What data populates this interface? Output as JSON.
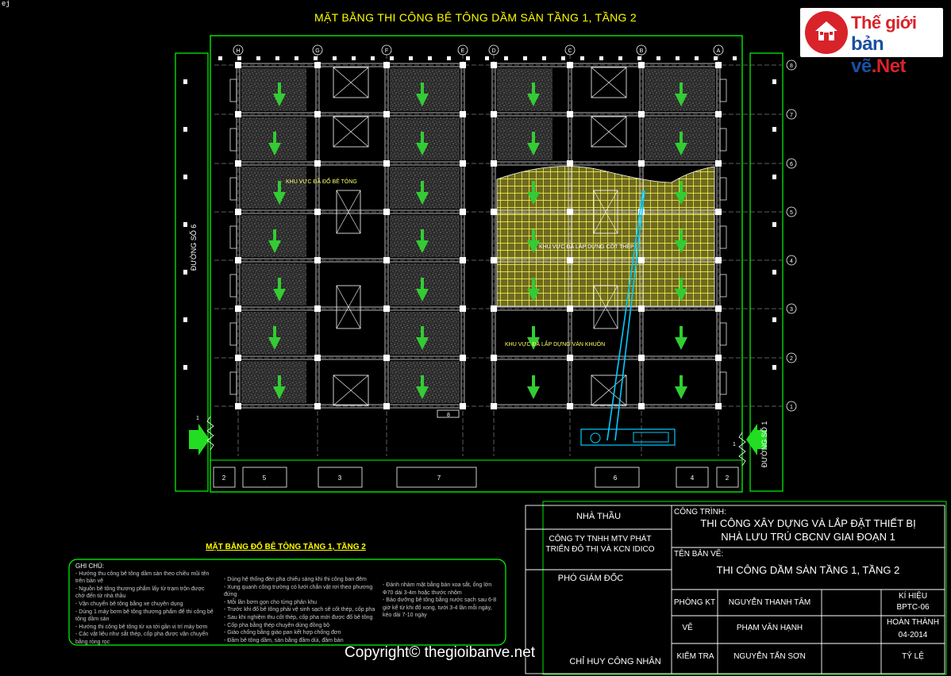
{
  "drawing": {
    "title": "MẶT BẰNG THI CÔNG BÊ TÔNG DẦM SÀN TẦNG 1, TẦNG 2",
    "corner_mark": "ej",
    "axes_x": [
      "H",
      "G",
      "F",
      "E",
      "D",
      "C",
      "B",
      "A"
    ],
    "axes_y": [
      "8",
      "7",
      "6",
      "5",
      "4",
      "3",
      "2",
      "1"
    ],
    "road_left": "ĐƯỜNG SỐ 6",
    "road_right": "ĐƯỜNG SỐ 1",
    "zones": {
      "poured": "KHU VỰC ĐÃ ĐỔ BÊ TÔNG",
      "rebar": "KHU VỰC ĐÃ LẮP DỰNG CỐT THÉP",
      "formwork": "KHU VỰC ĐÃ LẮP DỰNG VÁN KHUÔN"
    },
    "bottom_boxes": [
      "2",
      "5",
      "3",
      "7",
      "6",
      "4",
      "2"
    ],
    "small_box": "8",
    "gate_marks": [
      "1",
      "1"
    ],
    "colors": {
      "frame": "#00ff00",
      "grid": "#ffffff",
      "rebar": "#ffff66",
      "crane": "#00ccff",
      "title": "#ffff00"
    }
  },
  "logo": {
    "line1": "Thế giới",
    "line2a": "bản vẽ",
    "line2b": ".Net"
  },
  "notes": {
    "title": "MẶT BẰNG ĐỔ BÊ TÔNG TẦNG 1, TẦNG 2",
    "heading": "GHI CHÚ:",
    "col1": [
      "- Hướng thu công bê tông dầm sàn theo chiều mũi tên trên bản vẽ",
      "- Nguồn bê tông thương phẩm lấy từ trạm trộn được chở đến từ nhà thầu",
      "- Vận chuyển bê tông bằng xe chuyên dụng",
      "- Dùng 1 máy bơm bê tông thương phẩm để thi công bê tông dầm sàn",
      "- Hướng thi công bê tông từ xa tới gần vị trí máy bơm",
      "- Các vật liệu như sắt thép, cốp pha được vận chuyển bằng ròng rọc"
    ],
    "col2": [
      "- Dùng hệ thống đèn pha chiếu sáng khi thi công ban đêm",
      "- Xung quanh công trường có lưới chắn vật rơi theo phương đứng",
      "- Mỗi lần bơm gọn cho từng phân khu",
      "- Trước khi đổ bê tông phải vệ sinh sạch sẽ cốt thép, cốp pha",
      "- Sau khi nghiệm thu cốt thép, cốp pha mới được đổ bê tông",
      "- Cốp pha bằng thép chuyên dùng đồng bộ",
      "- Giáo chống bằng giáo pan kết hợp chống đơn",
      "- Đầm bê tông dầm, sàn bằng đầm dùi, đầm bàn"
    ],
    "col3": [
      "- Đánh nhám mặt bằng bàn xoa sắt, ống lớn Φ70 dài 3-4m hoặc thước nhôm",
      "- Bảo dưỡng bê tông bằng nước sạch sau 6-8 giờ kể từ khi đổ xong, tưới 3-4 lần mỗi ngày, kéo dài 7-10 ngày"
    ]
  },
  "titleblock": {
    "contractor_label": "NHÀ THẦU",
    "company": "CÔNG TY TNHH MTV PHÁT TRIỂN ĐÔ THỊ VÀ KCN IDICO",
    "deputy": "PHÓ GIÁM ĐỐC",
    "foreman": "CHỈ HUY CÔNG NHÂN",
    "project_label": "CÔNG TRÌNH:",
    "project_line1": "THI CÔNG XÂY DỰNG VÀ LẮP ĐẶT THIẾT BỊ",
    "project_line2": "NHÀ LƯU TRÚ CBCNV GIAI ĐOẠN 1",
    "drawing_label": "TÊN BẢN VẼ:",
    "drawing_name": "THI CÔNG DẦM SÀN TẦNG 1, TẦNG 2",
    "rows": [
      {
        "role": "PHÒNG KT",
        "name": "NGUYỄN THANH TÂM"
      },
      {
        "role": "VẼ",
        "name": "PHẠM VĂN HẠNH"
      },
      {
        "role": "KIỂM TRA",
        "name": "NGUYỄN TẤN SƠN"
      }
    ],
    "code_label": "KÍ HIỆU",
    "code": "BPTC-06",
    "finish_label": "HOÀN THÀNH",
    "finish": "04-2014",
    "scale_label": "TỶ LỆ"
  },
  "copyright": "Copyright© thegioibanve.net"
}
